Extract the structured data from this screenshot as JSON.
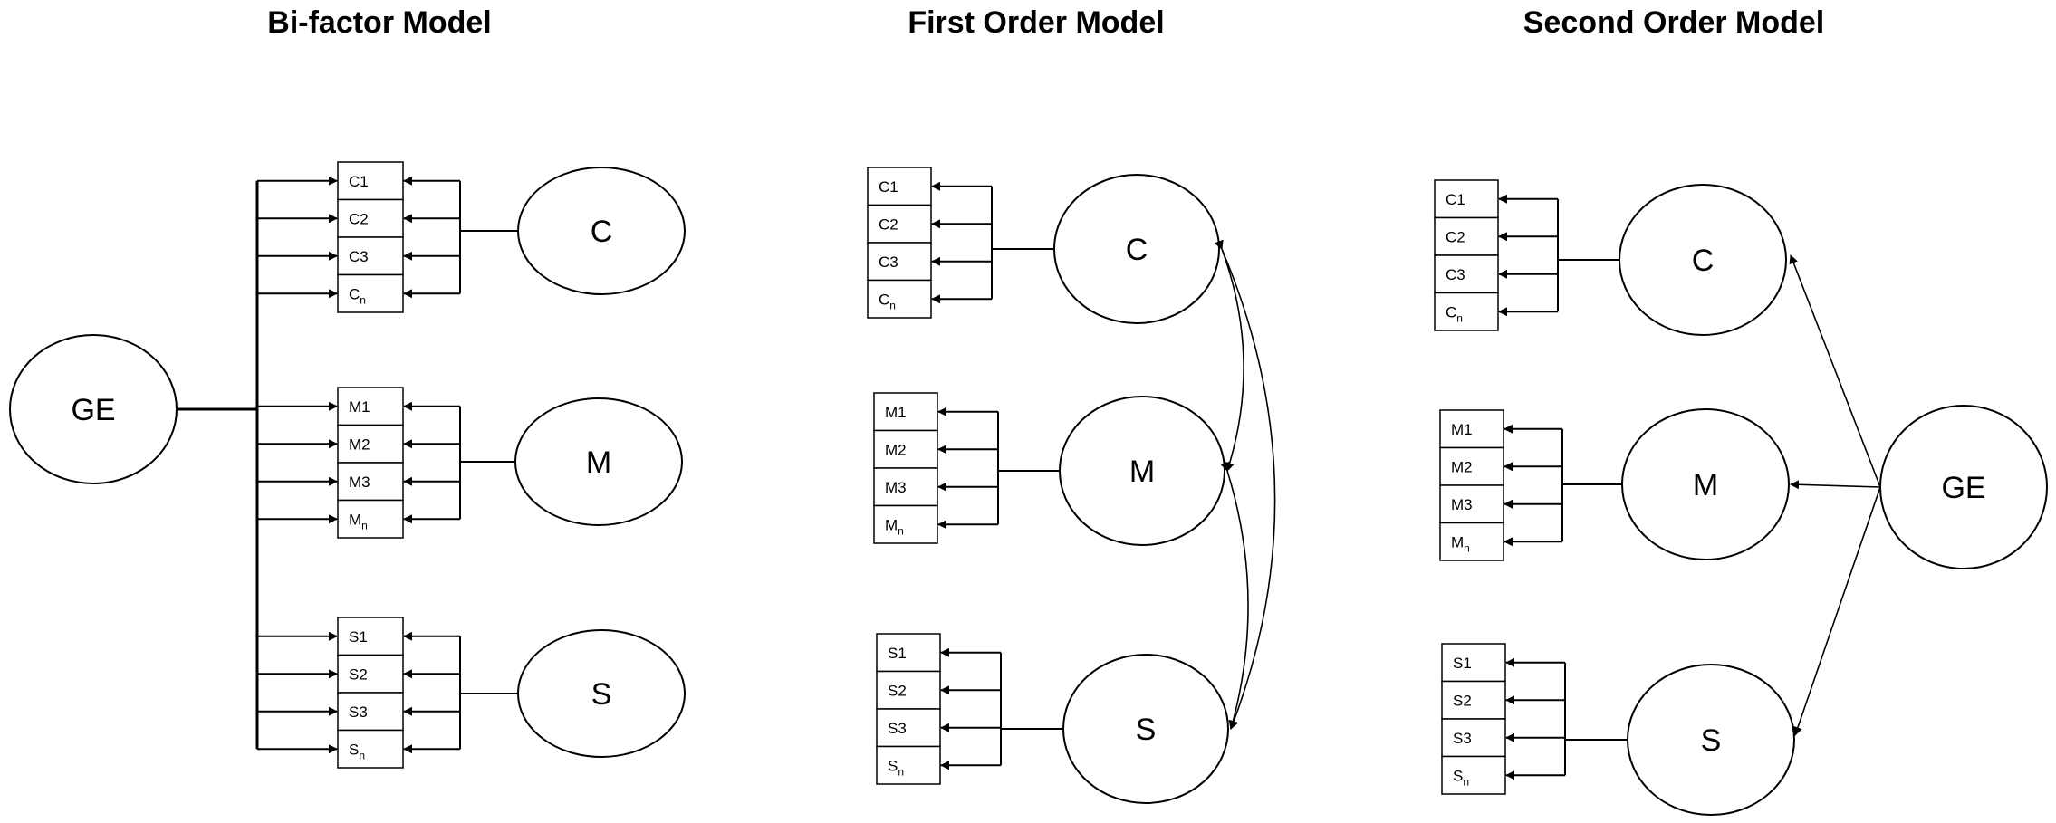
{
  "titles": {
    "bifactor": "Bi-factor Model",
    "first_order": "First Order Model",
    "second_order": "Second Order Model"
  },
  "factors": {
    "general": "GE",
    "c": "C",
    "m": "M",
    "s": "S"
  },
  "items": {
    "c": [
      "C1",
      "C2",
      "C3",
      "C"
    ],
    "m": [
      "M1",
      "M2",
      "M3",
      "M"
    ],
    "s": [
      "S1",
      "S2",
      "S3",
      "S"
    ],
    "subscript": "n"
  },
  "colors": {
    "stroke": "#000000",
    "background": "#ffffff"
  }
}
